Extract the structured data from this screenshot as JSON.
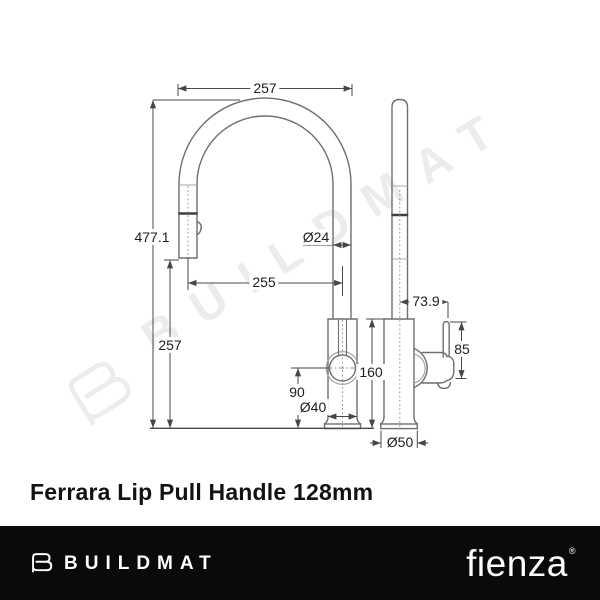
{
  "title": "Ferrara Lip Pull Handle 128mm",
  "watermark": {
    "text": "BUILDMAT"
  },
  "dims": {
    "top_width": "257",
    "total_height": "477.1",
    "clearance_height": "257",
    "reach": "255",
    "spout_diameter": "Ø24",
    "outlet_height": "90",
    "body_diameter": "Ø40",
    "bench_to_top": "160",
    "handle_offset": "73.9",
    "handle_height": "85",
    "base_diameter": "Ø50"
  },
  "footer": {
    "brand": "BUILDMAT",
    "partner_brand": "fienza",
    "registered_mark": "®",
    "bar_color": "#0a0a0a"
  },
  "colors": {
    "outline": "#6e6e6e",
    "dimension": "#4a4a4a",
    "watermark": "#ececec"
  }
}
